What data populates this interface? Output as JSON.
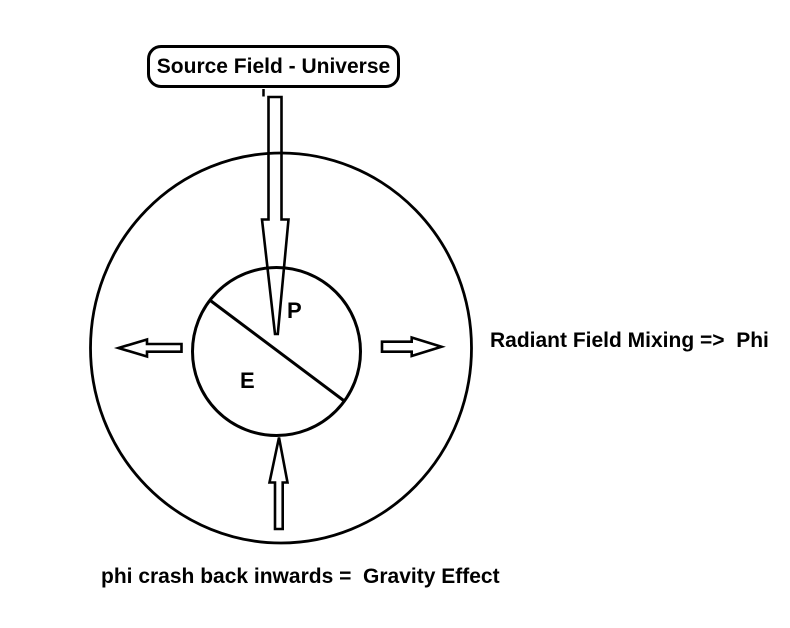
{
  "diagram": {
    "title_box": {
      "label": "Source Field - Universe"
    },
    "core_labels": {
      "p": "P",
      "e": "E"
    },
    "annotations": {
      "radiant": "Radiant Field Mixing =>  Phi",
      "gravity": "phi crash back inwards =  Gravity Effect"
    },
    "colors": {
      "ink": "#000000",
      "background": "#ffffff"
    }
  }
}
